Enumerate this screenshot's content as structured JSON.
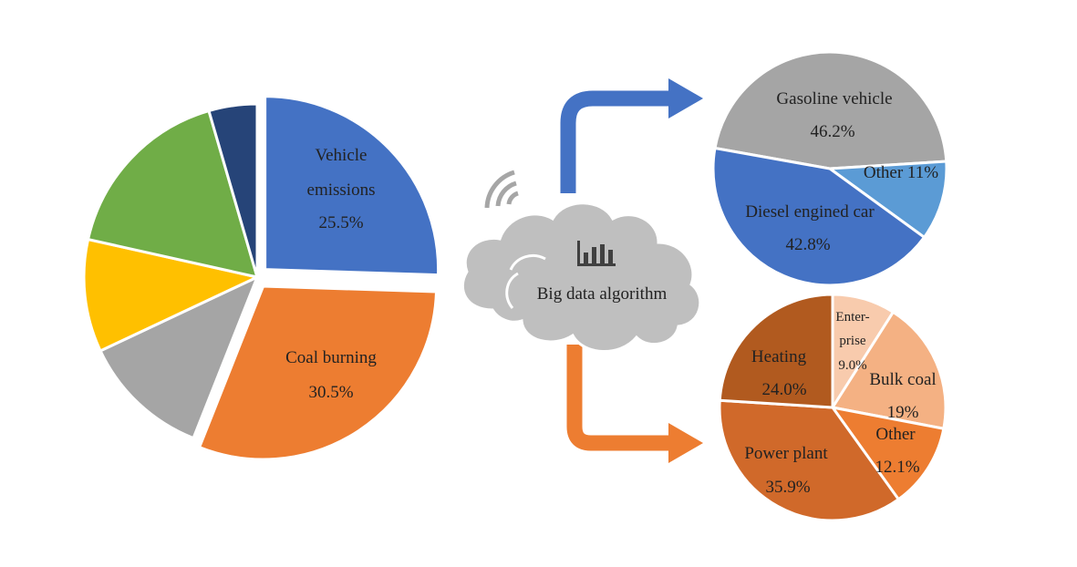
{
  "chart_data": [
    {
      "type": "pie",
      "series": [
        {
          "slices": [
            {
              "label": [
                "Vehicle",
                "emissions"
              ],
              "value": 25.5,
              "value_label": "25.5%",
              "color": "#4472C4",
              "exploded": true
            },
            {
              "label": [
                "Coal burning"
              ],
              "value": 30.5,
              "value_label": "30.5%",
              "color": "#ED7D31",
              "exploded": true
            },
            {
              "label": [],
              "value": 12.0,
              "value_label": "",
              "color": "#A5A5A5",
              "exploded": false
            },
            {
              "label": [],
              "value": 10.5,
              "value_label": "",
              "color": "#FFC000",
              "exploded": false
            },
            {
              "label": [],
              "value": 17.0,
              "value_label": "",
              "color": "#70AD47",
              "exploded": false
            },
            {
              "label": [],
              "value": 4.5,
              "value_label": "",
              "color": "#264478",
              "exploded": false
            }
          ]
        }
      ]
    },
    {
      "type": "pie",
      "series": [
        {
          "slices": [
            {
              "label": [
                "Gasoline vehicle"
              ],
              "value": 46.2,
              "value_label": "46.2%",
              "color": "#A5A5A5"
            },
            {
              "label": [
                "Other 11%"
              ],
              "value": 11.0,
              "value_label": "",
              "color": "#5B9BD5"
            },
            {
              "label": [
                "Diesel engined car"
              ],
              "value": 42.8,
              "value_label": "42.8%",
              "color": "#4472C4"
            }
          ]
        }
      ]
    },
    {
      "type": "pie",
      "series": [
        {
          "slices": [
            {
              "label": [
                "Enter-",
                "prise"
              ],
              "value": 9.0,
              "value_label": "9.0%",
              "color": "#F8CBAD"
            },
            {
              "label": [
                "Bulk coal"
              ],
              "value": 19.0,
              "value_label": "19%",
              "color": "#F4B183"
            },
            {
              "label": [
                "Other"
              ],
              "value": 12.1,
              "value_label": "12.1%",
              "color": "#ED7D31"
            },
            {
              "label": [
                "Power plant"
              ],
              "value": 35.9,
              "value_label": "35.9%",
              "color": "#D0692A"
            },
            {
              "label": [
                "Heating"
              ],
              "value": 24.0,
              "value_label": "24.0%",
              "color": "#B15A1F"
            }
          ]
        }
      ]
    }
  ],
  "diagram": {
    "cloud_label": "Big data algorithm",
    "icons": [
      "wifi-signal-icon",
      "bar-chart-icon",
      "cloud-icon"
    ],
    "arrow_colors": {
      "top": "#4472C4",
      "bottom": "#ED7D31"
    },
    "cloud_color": "#BFBFBF"
  }
}
